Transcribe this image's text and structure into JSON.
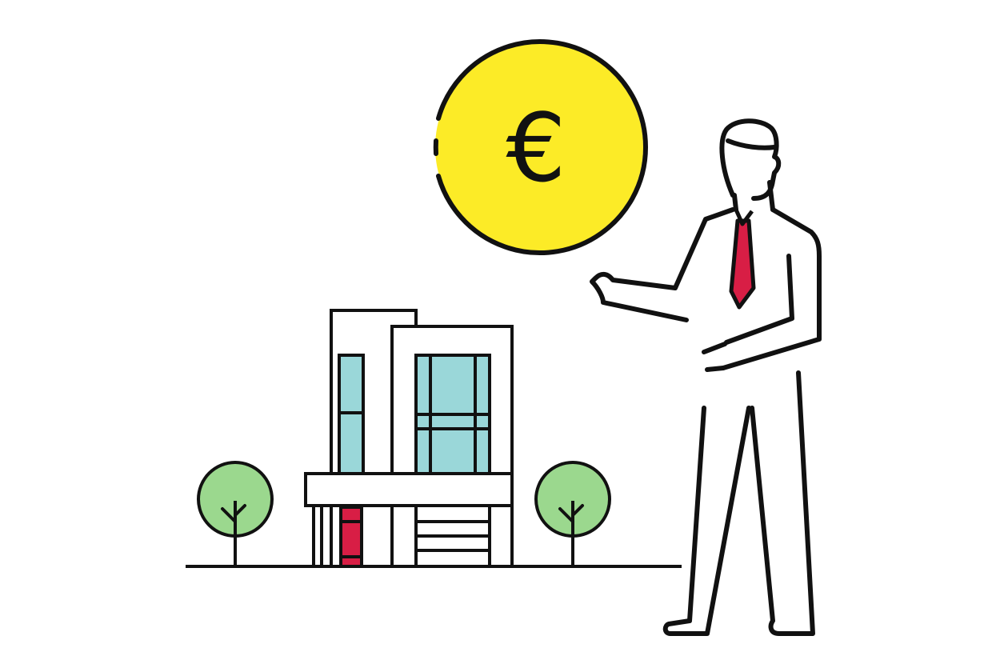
{
  "illustration": {
    "coin": {
      "symbol": "€",
      "fill": "#FCEB27"
    },
    "colors": {
      "ink": "#111111",
      "window_glass": "#9AD7D9",
      "door_red": "#D81E45",
      "tie_red": "#D81E45",
      "tree_green": "#9BD88E",
      "background": "#FFFFFF"
    },
    "elements": [
      "euro-coin",
      "house",
      "tree-left",
      "tree-right",
      "businessman",
      "ground-line"
    ]
  }
}
